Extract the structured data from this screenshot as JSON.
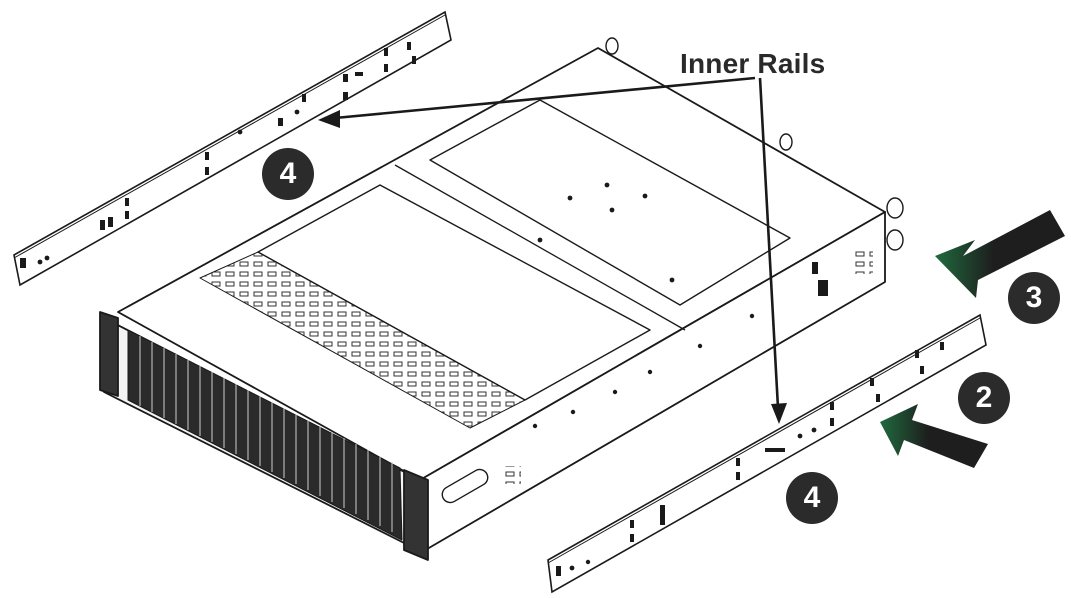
{
  "callout": {
    "label": "Inner Rails"
  },
  "steps": {
    "step_4_top": "4",
    "step_4_bottom": "4",
    "step_3": "3",
    "step_2": "2"
  },
  "colors": {
    "line": "#1a1a1a",
    "badge": "#2b2b2b",
    "arrow_fill": "#1f1f1f",
    "arrow_tip": "#16613a"
  }
}
